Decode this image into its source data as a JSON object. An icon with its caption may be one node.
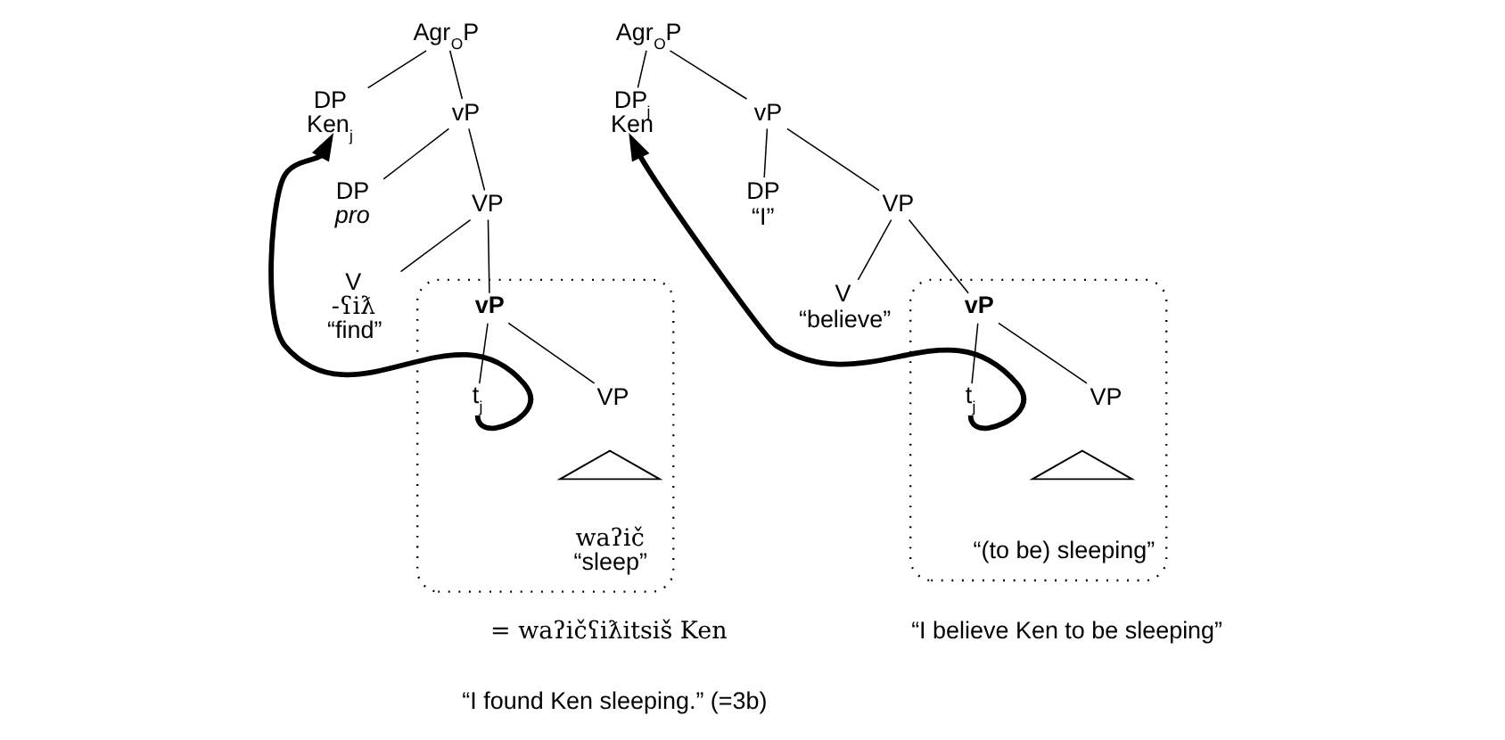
{
  "diagram": {
    "nodes": [
      {
        "text": [
          "Agr$_{O}$P"
        ]
      },
      {
        "text": [
          "DP",
          "Ken$_{j}$"
        ]
      },
      {
        "text": [
          "vP"
        ]
      },
      {
        "text": [
          "DP",
          "pro"
        ]
      },
      {
        "text": [
          "VP"
        ]
      },
      {
        "text": [
          "V",
          "-ʕiƛ",
          "“find”"
        ]
      },
      {
        "text": [],
        "shape": "ellipse"
      },
      {
        "text": [
          "vP"
        ],
        "in": 6
      },
      {
        "text": [
          "t$_{j}$"
        ],
        "in": 6
      },
      {
        "text": [
          "VP"
        ],
        "in": 6
      },
      {
        "text": [],
        "shape": "triangle",
        "in": 6
      },
      {
        "text": [
          "waʔič",
          "“sleep”"
        ],
        "in": 6
      },
      {
        "text": [
          "Agr$_{O}$P"
        ]
      },
      {
        "text": [
          "DP$_{j}$",
          "Ken"
        ]
      },
      {
        "text": [
          "vP"
        ]
      },
      {
        "text": [
          "DP",
          "“I”"
        ]
      },
      {
        "text": [
          "VP"
        ]
      },
      {
        "text": [
          "V",
          "“believe”"
        ]
      },
      {
        "text": [],
        "shape": "ellipse"
      },
      {
        "text": [
          "vP"
        ],
        "in": 18
      },
      {
        "text": [
          "t$_{j}$"
        ],
        "in": 18
      },
      {
        "text": [
          "VP"
        ],
        "in": 18
      },
      {
        "text": [],
        "shape": "triangle",
        "in": 18
      },
      {
        "text": [
          "“(to be) sleeping”"
        ],
        "in": 18
      }
    ],
    "edges": [
      {
        "from": 0,
        "to": 1,
        "arrow": "none"
      },
      {
        "from": 0,
        "to": 2,
        "arrow": "none"
      },
      {
        "from": 2,
        "to": 3,
        "arrow": "none"
      },
      {
        "from": 2,
        "to": 4,
        "arrow": "none"
      },
      {
        "from": 4,
        "to": 5,
        "arrow": "none"
      },
      {
        "from": 4,
        "to": 7,
        "arrow": "none"
      },
      {
        "from": 7,
        "to": 8,
        "arrow": "none"
      },
      {
        "from": 7,
        "to": 9,
        "arrow": "none"
      },
      {
        "from": 8,
        "to": 1,
        "arrow": "to",
        "style": "thick"
      },
      {
        "from": 12,
        "to": 13,
        "arrow": "none"
      },
      {
        "from": 12,
        "to": 14,
        "arrow": "none"
      },
      {
        "from": 14,
        "to": 15,
        "arrow": "none"
      },
      {
        "from": 14,
        "to": 16,
        "arrow": "none"
      },
      {
        "from": 16,
        "to": 17,
        "arrow": "none"
      },
      {
        "from": 16,
        "to": 19,
        "arrow": "none"
      },
      {
        "from": 19,
        "to": 20,
        "arrow": "none"
      },
      {
        "from": 19,
        "to": 21,
        "arrow": "none"
      },
      {
        "from": 20,
        "to": 13,
        "arrow": "to",
        "style": "thick"
      }
    ],
    "labels": [
      "= waʔičʕiƛitsiš Ken",
      "“I found Ken sleeping.” (=3b)",
      "“I believe Ken to be sleeping”"
    ]
  }
}
